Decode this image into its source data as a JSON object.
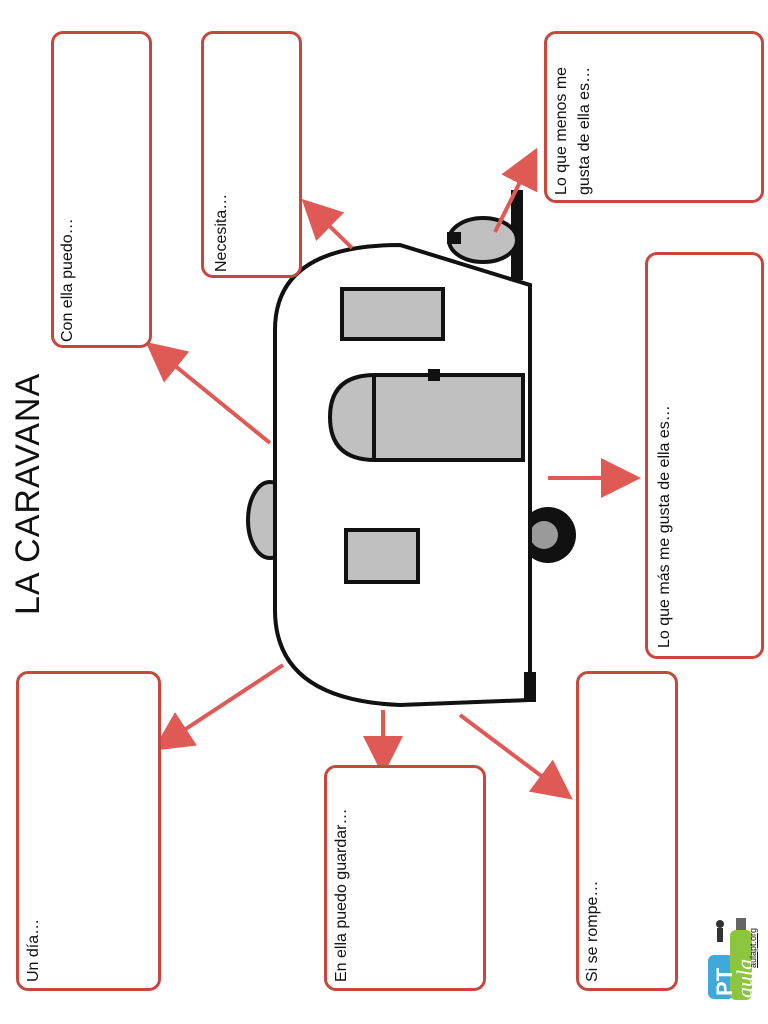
{
  "title": "LA CARAVANA",
  "boxes": {
    "con_ella_puedo": "Con ella puedo…",
    "necesita": "Necesita…",
    "lo_que_menos": [
      "Lo que menos me",
      "gusta de ella es…"
    ],
    "lo_que_mas": "Lo que más me gusta de ella es…",
    "un_dia": "Un día…",
    "en_ella_guardar": "En ella puedo guardar…",
    "si_se_rompe": "Si se rompe…"
  },
  "logo": {
    "url_text": "aulapt.org",
    "pt": "PT",
    "aula": "aula"
  },
  "colors": {
    "box_border": "#c9463d",
    "arrow": "#e05a55",
    "fill": "#c0c0c0"
  }
}
